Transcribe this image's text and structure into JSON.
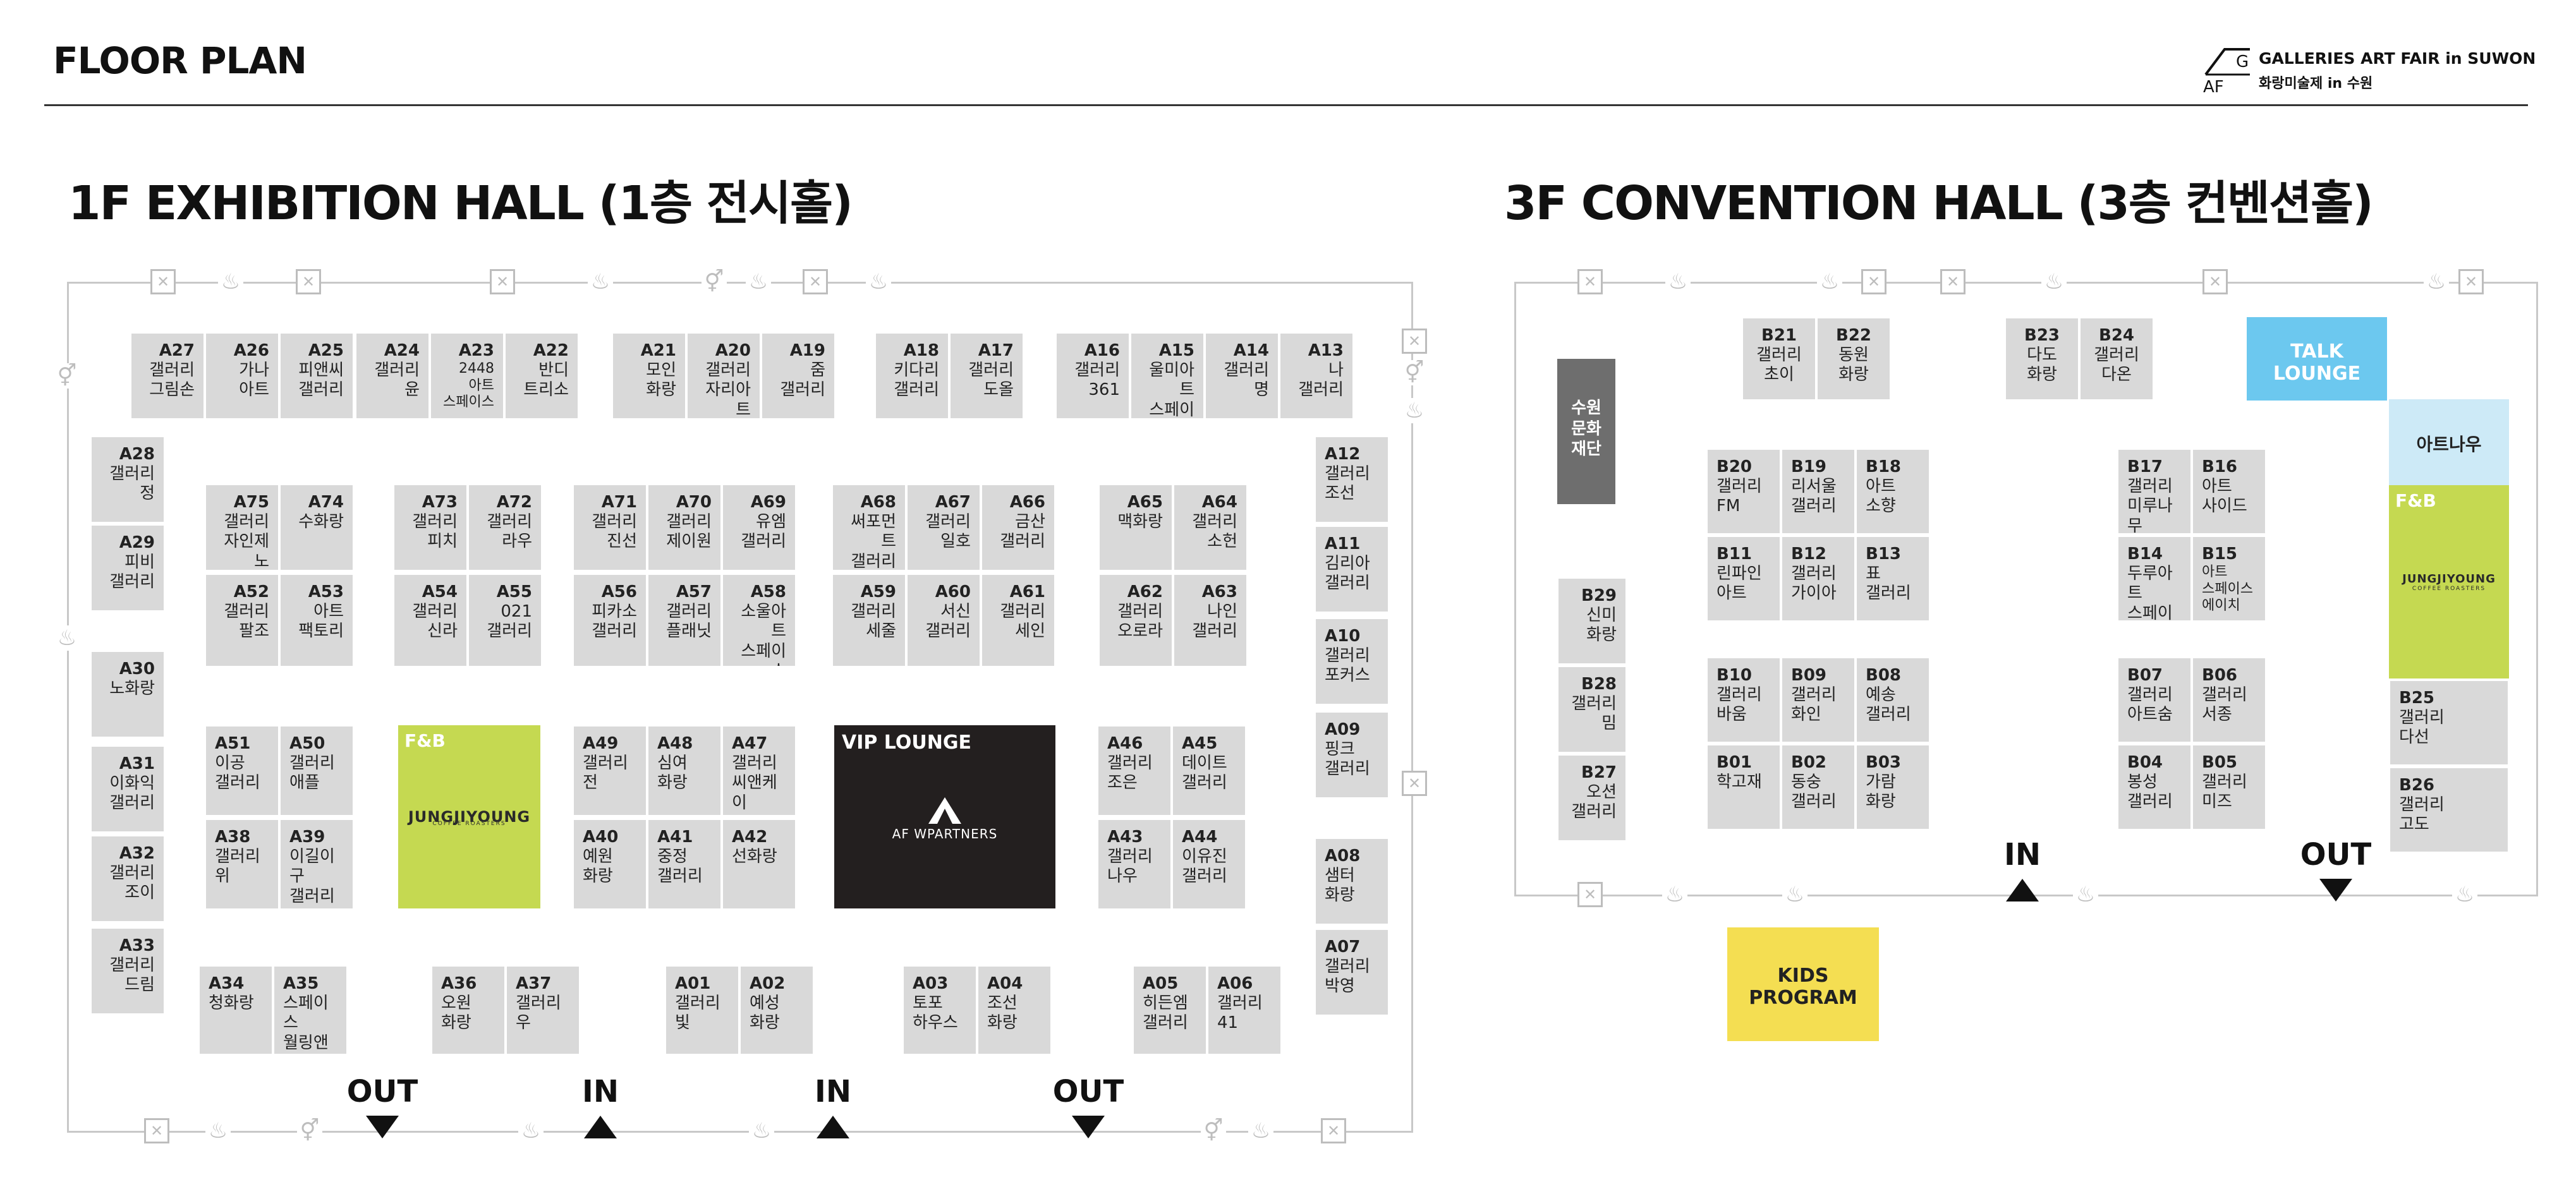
{
  "header": {
    "title": "FLOOR PLAN",
    "logo_mark": "AGF",
    "logo_line1": "GALLERIES ART FAIR in SUWON",
    "logo_line2": "화랑미술제 in 수원"
  },
  "hall_1f": {
    "title": "1F EXHIBITION HALL (1층 전시홀)",
    "fb_label": "F&B",
    "fb_brand": "JUNGJIYOUNG",
    "fb_brand_sub": "COFFEE ROASTERS",
    "vip_label": "VIP LOUNGE",
    "vip_brand": "AF WPARTNERS",
    "entries": {
      "out1": "OUT",
      "in1": "IN",
      "in2": "IN",
      "out2": "OUT"
    },
    "booths": [
      {
        "id": "A27",
        "name": "갤러리\n그림손"
      },
      {
        "id": "A26",
        "name": "가나\n아트"
      },
      {
        "id": "A25",
        "name": "피앤씨\n갤러리"
      },
      {
        "id": "A24",
        "name": "갤러리\n윤"
      },
      {
        "id": "A23",
        "name": "2448\n아트\n스페이스"
      },
      {
        "id": "A22",
        "name": "반디\n트리소"
      },
      {
        "id": "A21",
        "name": "모인\n화랑"
      },
      {
        "id": "A20",
        "name": "갤러리\n자리아트"
      },
      {
        "id": "A19",
        "name": "줌\n갤러리"
      },
      {
        "id": "A18",
        "name": "키다리\n갤러리"
      },
      {
        "id": "A17",
        "name": "갤러리\n도올"
      },
      {
        "id": "A16",
        "name": "갤러리\n361"
      },
      {
        "id": "A15",
        "name": "울미아트\n스페이스"
      },
      {
        "id": "A14",
        "name": "갤러리\n명"
      },
      {
        "id": "A13",
        "name": "나\n갤러리"
      },
      {
        "id": "A28",
        "name": "갤러리\n정"
      },
      {
        "id": "A29",
        "name": "피비\n갤러리"
      },
      {
        "id": "A30",
        "name": "노화랑"
      },
      {
        "id": "A31",
        "name": "이화익\n갤러리"
      },
      {
        "id": "A32",
        "name": "갤러리\n조이"
      },
      {
        "id": "A33",
        "name": "갤러리\n드림"
      },
      {
        "id": "A12",
        "name": "갤러리\n조선"
      },
      {
        "id": "A11",
        "name": "김리아\n갤러리"
      },
      {
        "id": "A10",
        "name": "갤러리\n포커스"
      },
      {
        "id": "A09",
        "name": "핑크\n갤러리"
      },
      {
        "id": "A08",
        "name": "샘터\n화랑"
      },
      {
        "id": "A07",
        "name": "갤러리\n박영"
      },
      {
        "id": "A75",
        "name": "갤러리\n자인제노"
      },
      {
        "id": "A74",
        "name": "수화랑"
      },
      {
        "id": "A52",
        "name": "갤러리\n팔조"
      },
      {
        "id": "A53",
        "name": "아트\n팩토리"
      },
      {
        "id": "A73",
        "name": "갤러리\n피치"
      },
      {
        "id": "A72",
        "name": "갤러리\n라우"
      },
      {
        "id": "A54",
        "name": "갤러리\n신라"
      },
      {
        "id": "A55",
        "name": "021\n갤러리"
      },
      {
        "id": "A71",
        "name": "갤러리\n진선"
      },
      {
        "id": "A70",
        "name": "갤러리\n제이원"
      },
      {
        "id": "A69",
        "name": "유엠\n갤러리"
      },
      {
        "id": "A56",
        "name": "피카소\n갤러리"
      },
      {
        "id": "A57",
        "name": "갤러리\n플래닛"
      },
      {
        "id": "A58",
        "name": "소울아트\n스페이스"
      },
      {
        "id": "A68",
        "name": "써포먼트\n갤러리"
      },
      {
        "id": "A67",
        "name": "갤러리\n일호"
      },
      {
        "id": "A66",
        "name": "금산\n갤러리"
      },
      {
        "id": "A59",
        "name": "갤러리\n세줄"
      },
      {
        "id": "A60",
        "name": "서신\n갤러리"
      },
      {
        "id": "A61",
        "name": "갤러리\n세인"
      },
      {
        "id": "A65",
        "name": "맥화랑"
      },
      {
        "id": "A64",
        "name": "갤러리\n소헌"
      },
      {
        "id": "A62",
        "name": "갤러리\n오로라"
      },
      {
        "id": "A63",
        "name": "나인\n갤러리"
      },
      {
        "id": "A51",
        "name": "이공\n갤러리"
      },
      {
        "id": "A50",
        "name": "갤러리\n애플"
      },
      {
        "id": "A38",
        "name": "갤러리\n위"
      },
      {
        "id": "A39",
        "name": "이길이구\n갤러리"
      },
      {
        "id": "A49",
        "name": "갤러리\n전"
      },
      {
        "id": "A48",
        "name": "심여\n화랑"
      },
      {
        "id": "A47",
        "name": "갤러리\n씨앤케이"
      },
      {
        "id": "A40",
        "name": "예원\n화랑"
      },
      {
        "id": "A41",
        "name": "중정\n갤러리"
      },
      {
        "id": "A42",
        "name": "선화랑"
      },
      {
        "id": "A46",
        "name": "갤러리\n조은"
      },
      {
        "id": "A45",
        "name": "데이트\n갤러리"
      },
      {
        "id": "A43",
        "name": "갤러리\n나우"
      },
      {
        "id": "A44",
        "name": "이유진\n갤러리"
      },
      {
        "id": "A34",
        "name": "청화랑"
      },
      {
        "id": "A35",
        "name": "스페이스\n월링앤딜링"
      },
      {
        "id": "A36",
        "name": "오원\n화랑"
      },
      {
        "id": "A37",
        "name": "갤러리\n우"
      },
      {
        "id": "A01",
        "name": "갤러리\n빛"
      },
      {
        "id": "A02",
        "name": "예성\n화랑"
      },
      {
        "id": "A03",
        "name": "토포\n하우스"
      },
      {
        "id": "A04",
        "name": "조선\n화랑"
      },
      {
        "id": "A05",
        "name": "히든엠\n갤러리"
      },
      {
        "id": "A06",
        "name": "갤러리\n41"
      }
    ]
  },
  "hall_3f": {
    "title": "3F CONVENTION HALL (3층 컨벤션홀)",
    "suwon_block": "수원\n문화\n재단",
    "talk_lounge": "TALK\nLOUNGE",
    "artnau": "아트나우",
    "fb_label": "F&B",
    "fb_brand": "JUNGJIYOUNG",
    "fb_brand_sub": "COFFEE ROASTERS",
    "kids": "KIDS\nPROGRAM",
    "entries": {
      "in": "IN",
      "out": "OUT"
    },
    "booths": [
      {
        "id": "B21",
        "name": "갤러리\n초이"
      },
      {
        "id": "B22",
        "name": "동원\n화랑"
      },
      {
        "id": "B23",
        "name": "다도\n화랑"
      },
      {
        "id": "B24",
        "name": "갤러리\n다온"
      },
      {
        "id": "B20",
        "name": "갤러리\nFM"
      },
      {
        "id": "B19",
        "name": "리서울\n갤러리"
      },
      {
        "id": "B18",
        "name": "아트\n소향"
      },
      {
        "id": "B11",
        "name": "린파인\n아트"
      },
      {
        "id": "B12",
        "name": "갤러리\n가이아"
      },
      {
        "id": "B13",
        "name": "표\n갤러리"
      },
      {
        "id": "B10",
        "name": "갤러리\n바움"
      },
      {
        "id": "B09",
        "name": "갤러리\n화인"
      },
      {
        "id": "B08",
        "name": "예송\n갤러리"
      },
      {
        "id": "B01",
        "name": "학고재"
      },
      {
        "id": "B02",
        "name": "동숭\n갤러리"
      },
      {
        "id": "B03",
        "name": "가람\n화랑"
      },
      {
        "id": "B17",
        "name": "갤러리\n미루나무"
      },
      {
        "id": "B16",
        "name": "아트\n사이드"
      },
      {
        "id": "B14",
        "name": "두루아트\n스페이스"
      },
      {
        "id": "B15",
        "name": "아트\n스페이스\n에이치"
      },
      {
        "id": "B07",
        "name": "갤러리\n아트숨"
      },
      {
        "id": "B06",
        "name": "갤러리\n서종"
      },
      {
        "id": "B04",
        "name": "봉성\n갤러리"
      },
      {
        "id": "B05",
        "name": "갤러리\n미즈"
      },
      {
        "id": "B29",
        "name": "신미\n화랑"
      },
      {
        "id": "B28",
        "name": "갤러리\n밈"
      },
      {
        "id": "B27",
        "name": "오션\n갤러리"
      },
      {
        "id": "B25",
        "name": "갤러리\n다선"
      },
      {
        "id": "B26",
        "name": "갤러리\n고도"
      }
    ]
  },
  "icons": {
    "fire_exit": "fire-exit-icon",
    "extinguisher": "fire-extinguisher-icon",
    "restroom": "restroom-icon"
  },
  "colors": {
    "booth": "#d9d9d9",
    "fb": "#c5d951",
    "vip": "#231f1f",
    "talk": "#6cc8ef",
    "artnau": "#cdeaf7",
    "kids": "#f4de52",
    "suwon": "#6e6e6e"
  }
}
